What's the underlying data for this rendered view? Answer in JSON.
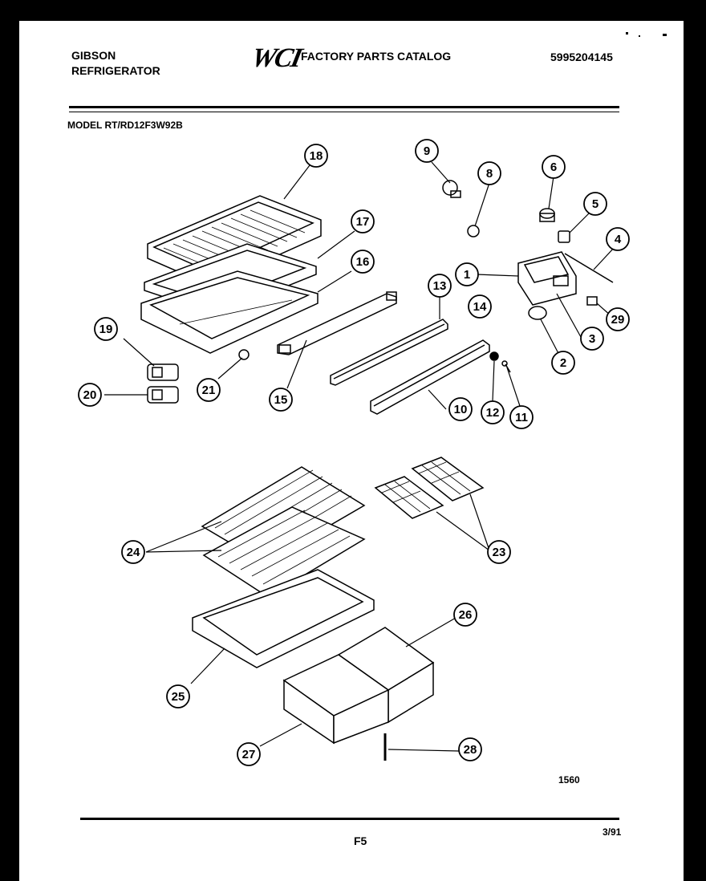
{
  "header": {
    "brand_line1": "GIBSON",
    "brand_line2": "REFRIGERATOR",
    "logo_text": "WCI",
    "catalog_title": "FACTORY PARTS CATALOG",
    "catalog_number": "5995204145"
  },
  "model_line": "MODEL RT/RD12F3W92B",
  "diagram": {
    "code": "1560",
    "callouts": [
      "1",
      "2",
      "3",
      "4",
      "5",
      "6",
      "8",
      "9",
      "10",
      "11",
      "12",
      "13",
      "14",
      "15",
      "16",
      "17",
      "18",
      "19",
      "20",
      "21",
      "23",
      "24",
      "25",
      "26",
      "27",
      "28",
      "29"
    ]
  },
  "footer": {
    "page_code": "F5",
    "date_code": "3/91"
  }
}
